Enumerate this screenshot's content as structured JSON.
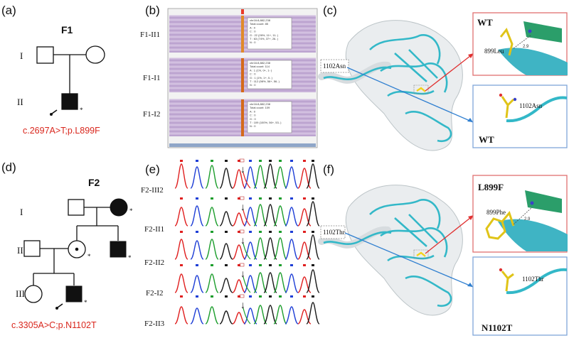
{
  "panels": {
    "a": "(a)",
    "b": "(b)",
    "c": "(c)",
    "d": "(d)",
    "e": "(e)",
    "f": "(f)"
  },
  "pedigree_f1": {
    "family": "F1",
    "generations": [
      "I",
      "II"
    ],
    "mutation": "c.2697A>T;p.L899F"
  },
  "pedigree_f2": {
    "family": "F2",
    "generations": [
      "I",
      "II",
      "III"
    ],
    "mutation": "c.3305A>C;p.N1102T"
  },
  "igv": {
    "tracks": [
      {
        "label": "F1-II1",
        "popup": [
          "chr16:8,882,238",
          "Total count: 85",
          "A : 0",
          "C : 0",
          "G : 22 (26%, 11+, 11- )",
          "T : 63 (74%, 37+, 26- )",
          "N : 0"
        ]
      },
      {
        "label": "F1-I1",
        "popup": [
          "chr16:8,882,238",
          "Total count: 114",
          "A : 1 (1%, 0+, 1- )",
          "C : 0",
          "G : 1 (1%, 1+, 0- )",
          "T : 112 (98%, 56+, 56- )",
          "N : 0"
        ]
      },
      {
        "label": "F1-I2",
        "popup": [
          "chr16:8,882,238",
          "Total count: 109",
          "A : 0",
          "C : 0",
          "G : 0",
          "T : 109 (100%, 56+, 53- )",
          "N : 0"
        ]
      }
    ]
  },
  "chromatograms": {
    "tracks": [
      "F2-III2",
      "F2-II1",
      "F2-II2",
      "F2-I2",
      "F2-II3"
    ],
    "arrow": "↓"
  },
  "structure_c": {
    "callout_label": "1102Asn",
    "zoom_top": {
      "title": "WT",
      "residue": "899Leu",
      "distance": "2.9"
    },
    "zoom_bottom": {
      "title": "WT",
      "residue": "1102Asn"
    }
  },
  "structure_f": {
    "callout_label": "1102Thr",
    "zoom_top": {
      "title": "L899F",
      "residue": "899Phe",
      "distance": "2.9"
    },
    "zoom_bottom": {
      "title": "N1102T",
      "residue": "1102Thr"
    }
  },
  "colors": {
    "mutation_text": "#d9261c",
    "trace_a": "#1e9e2e",
    "trace_c": "#1f3fd6",
    "trace_g": "#1a1a1a",
    "trace_t": "#e02020",
    "protein": "#33b8c8",
    "ligand": "#f2d21b",
    "arrow_red": "#e03030",
    "arrow_blue": "#2f7fd0",
    "zoom_top_border": "#e07070",
    "zoom_bottom_border": "#7fa6d9"
  }
}
